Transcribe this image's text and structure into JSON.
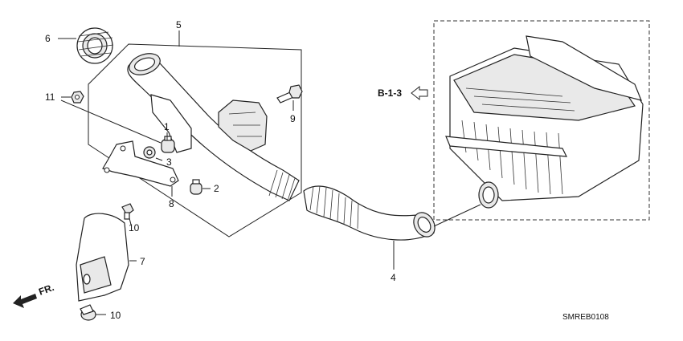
{
  "callouts": {
    "c1": "1",
    "c2": "2",
    "c3": "3",
    "c4": "4",
    "c5": "5",
    "c6": "6",
    "c7": "7",
    "c8": "8",
    "c9": "9",
    "c10a": "10",
    "c10b": "10",
    "c11": "11"
  },
  "reference": {
    "label": "B-1-3"
  },
  "direction": {
    "label": "FR."
  },
  "diagram_code": "SMREB0108"
}
